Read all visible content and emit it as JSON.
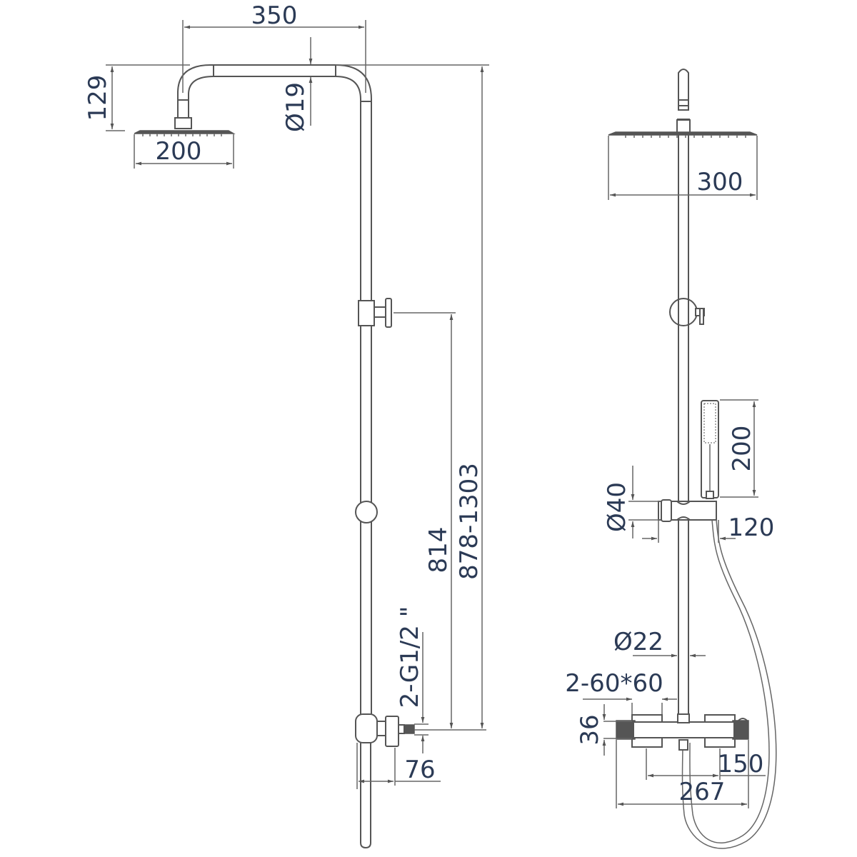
{
  "diagram": {
    "type": "technical-drawing",
    "subject": "thermostatic shower column",
    "line_color": "#555555",
    "text_color": "#2b3a55",
    "views": [
      {
        "name": "side-view",
        "dimensions": {
          "arm_length": "350",
          "head_height": "129",
          "head_diameter": "200",
          "pipe_diameter": "Ø19",
          "diverter_height": "814",
          "total_height": "878-1303",
          "inlet_thread": "2-G1/2 \"",
          "inlet_offset": "76"
        }
      },
      {
        "name": "front-view",
        "dimensions": {
          "head_width": "300",
          "handshower_length": "200",
          "holder_diameter": "Ø40",
          "holder_projection": "120",
          "rail_diameter": "Ø22",
          "handle_size": "2-60*60",
          "body_height": "36",
          "inlet_centers": "150",
          "body_width": "267"
        }
      }
    ]
  }
}
